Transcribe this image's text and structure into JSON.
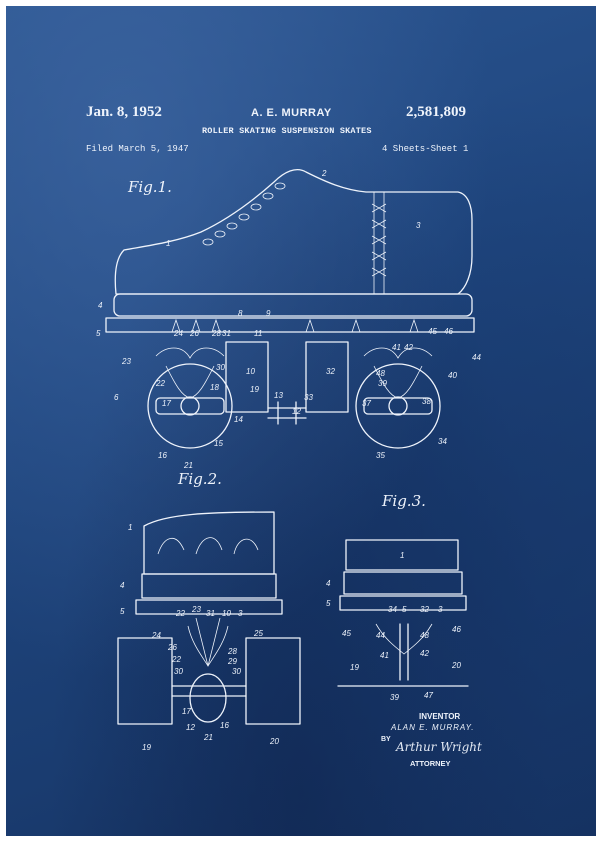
{
  "header": {
    "date": "Jan. 8, 1952",
    "inventor_name": "A. E. MURRAY",
    "patent_number": "2,581,809",
    "title": "ROLLER SKATING SUSPENSION SKATES",
    "filed": "Filed March 5, 1947",
    "sheets": "4 Sheets-Sheet 1"
  },
  "figures": {
    "fig1": "Fig.1.",
    "fig2": "Fig.2.",
    "fig3": "Fig.3."
  },
  "fig1_labels": [
    "1",
    "2",
    "3",
    "4",
    "5",
    "6",
    "8",
    "9",
    "10",
    "11",
    "12",
    "13",
    "14",
    "15",
    "16",
    "17",
    "18",
    "19",
    "21",
    "22",
    "23",
    "24",
    "26",
    "28",
    "29",
    "30",
    "31",
    "32",
    "33",
    "34",
    "35",
    "37",
    "38",
    "39",
    "40",
    "41",
    "42",
    "44",
    "45",
    "46",
    "48"
  ],
  "signature_block": {
    "inventor_label": "INVENTOR",
    "inventor_signature": "ALAN E. MURRAY.",
    "by_label": "BY",
    "attorney_signature": "Arthur Wright",
    "attorney_label": "ATTORNEY"
  },
  "colors": {
    "background": "#1f467f",
    "ink": "#eef3fb",
    "border": "#ffffff"
  }
}
